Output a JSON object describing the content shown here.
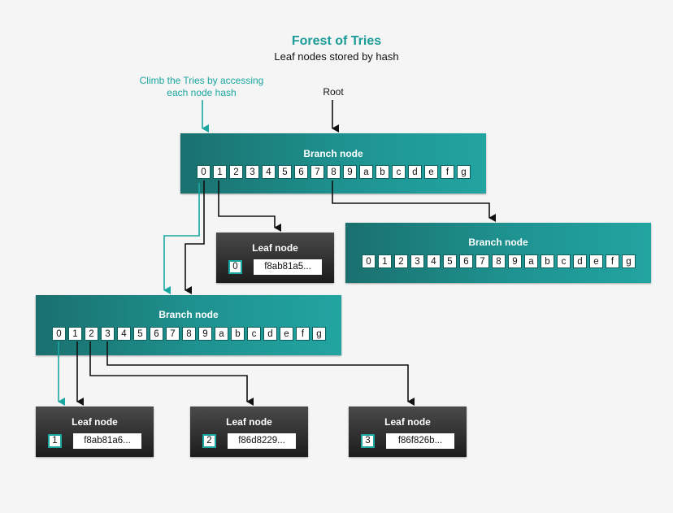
{
  "header": {
    "title": "Forest of Tries",
    "subtitle": "Leaf nodes stored by hash"
  },
  "labels": {
    "climb": "Climb the Tries by accessing each node hash",
    "root": "Root"
  },
  "branch_nodes": [
    {
      "title": "Branch node",
      "cells": [
        "0",
        "1",
        "2",
        "3",
        "4",
        "5",
        "6",
        "7",
        "8",
        "9",
        "a",
        "b",
        "c",
        "d",
        "e",
        "f",
        "g"
      ]
    },
    {
      "title": "Branch node",
      "cells": [
        "0",
        "1",
        "2",
        "3",
        "4",
        "5",
        "6",
        "7",
        "8",
        "9",
        "a",
        "b",
        "c",
        "d",
        "e",
        "f",
        "g"
      ]
    },
    {
      "title": "Branch node",
      "cells": [
        "0",
        "1",
        "2",
        "3",
        "4",
        "5",
        "6",
        "7",
        "8",
        "9",
        "a",
        "b",
        "c",
        "d",
        "e",
        "f",
        "g"
      ]
    }
  ],
  "leaf_nodes": [
    {
      "title": "Leaf node",
      "key": "0",
      "hash": "f8ab81a5..."
    },
    {
      "title": "Leaf node",
      "key": "1",
      "hash": "f8ab81a6..."
    },
    {
      "title": "Leaf node",
      "key": "2",
      "hash": "f86d8229..."
    },
    {
      "title": "Leaf node",
      "key": "3",
      "hash": "f86f826b..."
    }
  ],
  "colors": {
    "accent": "#1aa6a1",
    "branch_dark": "#1a706e",
    "branch_light": "#22a4a1",
    "leaf_dark": "#1c1c1c",
    "edge": "#111111"
  }
}
